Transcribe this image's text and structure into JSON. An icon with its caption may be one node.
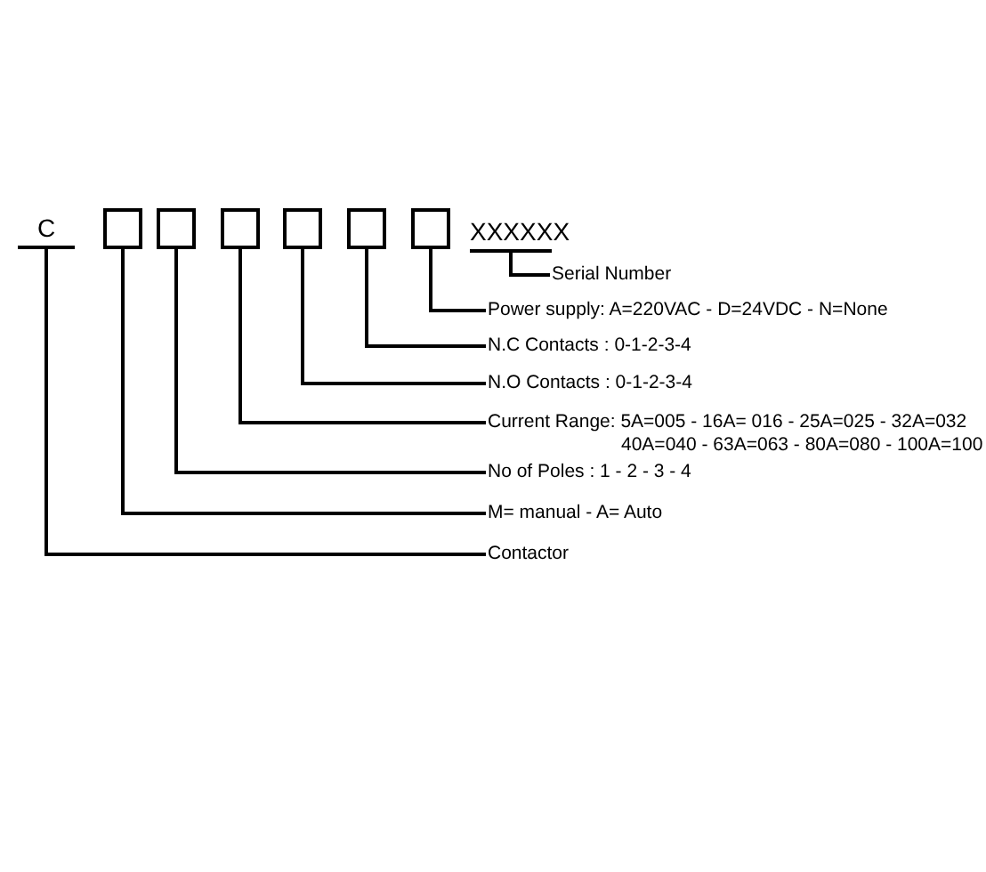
{
  "diagram": {
    "nodes": [
      {
        "text": [
          "C"
        ]
      },
      {
        "text": [],
        "shape": "box"
      },
      {
        "text": [],
        "shape": "box"
      },
      {
        "text": [],
        "shape": "box"
      },
      {
        "text": [],
        "shape": "box"
      },
      {
        "text": [],
        "shape": "box"
      },
      {
        "text": [],
        "shape": "box"
      },
      {
        "text": [
          "XXXXXX"
        ]
      },
      {
        "text": [
          "Serial Number"
        ]
      },
      {
        "text": [
          "Power supply: A=220VAC - D=24VDC - N=None"
        ]
      },
      {
        "text": [
          "N.C Contacts : 0-1-2-3-4"
        ]
      },
      {
        "text": [
          "N.O Contacts : 0-1-2-3-4"
        ]
      },
      {
        "text": [
          "Current Range: 5A=005 - 16A= 016 - 25A=025 - 32A=032 40A=040 - 63A=063 - 80A=080 - 100A=100"
        ]
      },
      {
        "text": [
          "No of Poles : 1 - 2 - 3 - 4"
        ]
      },
      {
        "text": [
          "M= manual - A= Auto"
        ]
      },
      {
        "text": [
          "Contactor"
        ]
      }
    ],
    "edges": [
      {
        "from": 7,
        "to": 8,
        "arrow": "none"
      },
      {
        "from": 6,
        "to": 9,
        "arrow": "none"
      },
      {
        "from": 5,
        "to": 10,
        "arrow": "none"
      },
      {
        "from": 4,
        "to": 11,
        "arrow": "none"
      },
      {
        "from": 3,
        "to": 12,
        "arrow": "none"
      },
      {
        "from": 2,
        "to": 13,
        "arrow": "none"
      },
      {
        "from": 1,
        "to": 14,
        "arrow": "none"
      },
      {
        "from": 0,
        "to": 15,
        "arrow": "none"
      }
    ]
  }
}
